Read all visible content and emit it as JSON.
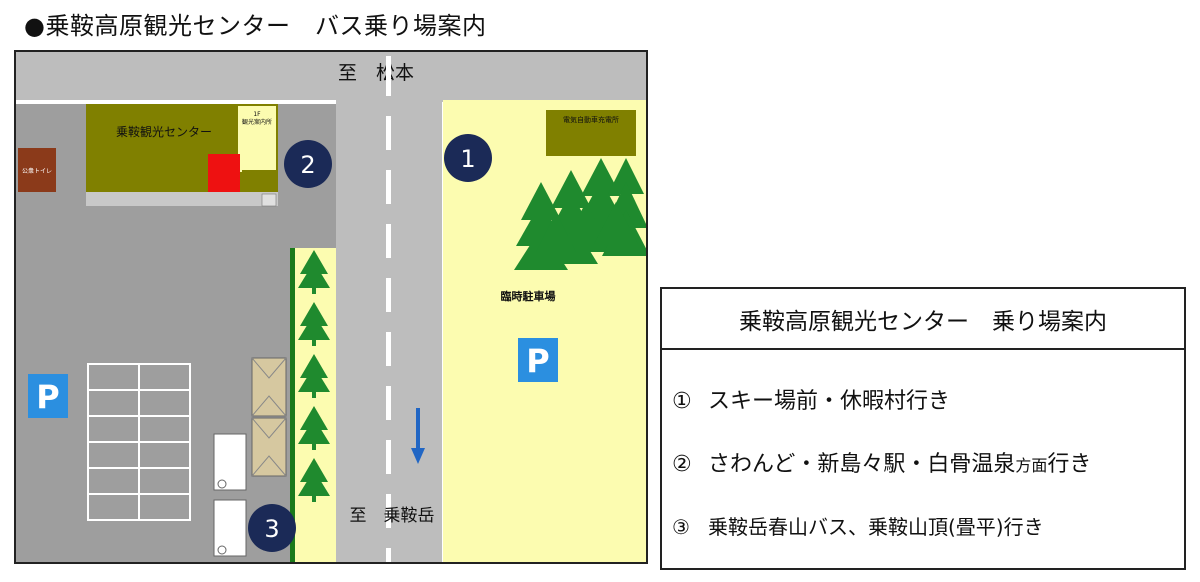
{
  "title": "●乗鞍高原観光センター　バス乗り場案内",
  "map": {
    "road_north_label": "至　松本",
    "road_south_label": "至　乗鞍岳",
    "center_building_label": "乗鞍観光センター",
    "info_office_floor": "1F",
    "info_office_label": "観光案内所",
    "toilet_label": "公衆トイレ",
    "ev_station_label": "電気自動車充電所",
    "temp_parking_label": "臨時駐車場",
    "parking_symbol": "P",
    "stop_numbers": [
      "1",
      "2",
      "3"
    ],
    "colors": {
      "road": "#bdbdbd",
      "lot": "#9e9e9e",
      "building": "#808000",
      "field": "#fcfcb0",
      "tree": "#1f8a2e",
      "badge": "#1b2a57",
      "parking": "#2b8fe0",
      "toilet": "#8b3a1a",
      "red_box": "#ee1111",
      "arrow": "#2166c4"
    }
  },
  "legend": {
    "title": "乗鞍高原観光センター　乗り場案内",
    "items": [
      {
        "number": "①",
        "text": "スキー場前・休暇村行き",
        "suffix_small": "",
        "tail": ""
      },
      {
        "number": "②",
        "text": "さわんど・新島々駅・白骨温泉",
        "suffix_small": "方面",
        "tail": "行き"
      },
      {
        "number": "③",
        "text": "乗鞍岳春山バス、乗鞍山頂(畳平)行き",
        "suffix_small": "",
        "tail": ""
      }
    ]
  }
}
